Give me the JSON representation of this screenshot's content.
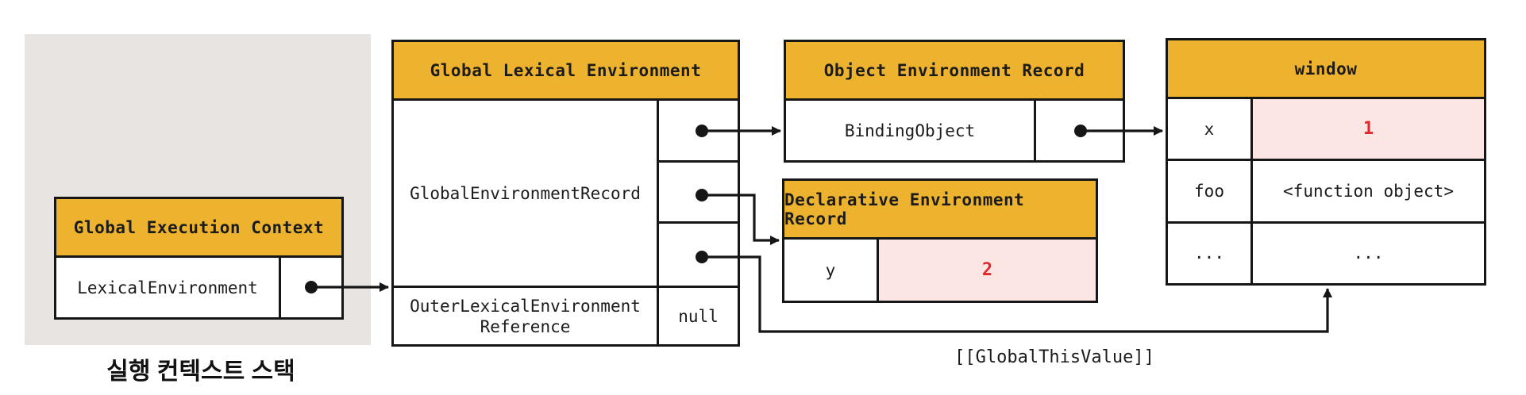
{
  "diagram_title_implicit": "JavaScript global lexical environment diagram",
  "colors": {
    "header_yellow": "#eeb32e",
    "stack_panel_gray": "#e7e4e2",
    "highlight_pink": "#fce6e4",
    "value_red": "#e0282d",
    "line_black": "#161616"
  },
  "stack_panel": {
    "caption": "실행 컨텍스트 스택"
  },
  "tables": {
    "global_execution_context": {
      "title": "Global Execution Context",
      "row": {
        "name": "LexicalEnvironment"
      }
    },
    "global_lexical_environment": {
      "title": "Global Lexical Environment",
      "record_label": "GlobalEnvironmentRecord",
      "outer_ref_line1": "OuterLexicalEnvironment",
      "outer_ref_line2": "Reference",
      "outer_ref_value": "null"
    },
    "object_environment_record": {
      "title": "Object Environment Record",
      "row": {
        "name": "BindingObject"
      }
    },
    "declarative_environment_record": {
      "title": "Declarative Environment Record",
      "row": {
        "name": "y",
        "value": "2"
      }
    },
    "window": {
      "title": "window",
      "rows": [
        {
          "name": "x",
          "value": "1"
        },
        {
          "name": "foo",
          "value": "<function object>"
        },
        {
          "name": "...",
          "value": "..."
        }
      ]
    }
  },
  "annotations": {
    "global_this_value": "[[GlobalThisValue]]"
  }
}
